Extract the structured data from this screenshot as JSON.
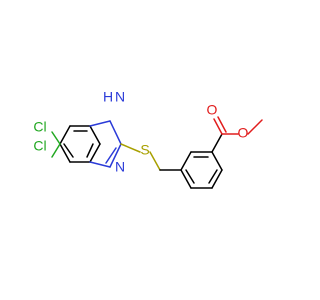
{
  "molecule": {
    "atom_labels": {
      "cl_top": "Cl",
      "cl_bottom": "Cl",
      "nh": "H",
      "n_imine": "N",
      "n_amine": "N",
      "s": "S",
      "o_carbonyl": "O",
      "o_ester": "O"
    },
    "colors": {
      "bond": "#000000",
      "nitrogen": "#2b3bd8",
      "oxygen": "#e11d1d",
      "sulfur": "#a8a000",
      "chlorine": "#22a822"
    }
  }
}
